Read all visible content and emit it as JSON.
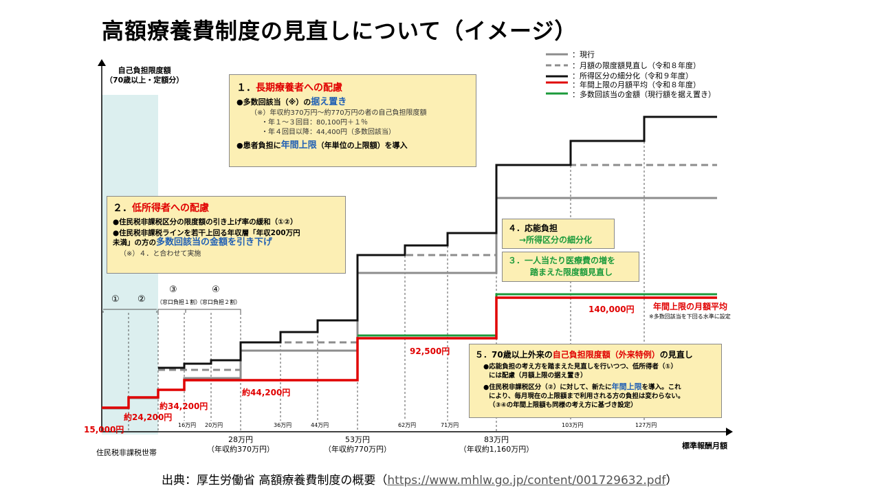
{
  "title": "高額療養費制度の見直しについて（イメージ）",
  "y_axis_label": [
    "自己負担限度額",
    "（70歳以上・定額分）"
  ],
  "x_axis_label": "標準報酬月額",
  "legend": [
    {
      "label": "：現行",
      "color": "#8c8c8c",
      "dash": false
    },
    {
      "label": "：月額の限度額見直し（令和８年度）",
      "color": "#8c8c8c",
      "dash": true
    },
    {
      "label": "：所得区分の細分化（令和９年度）",
      "color": "#000000",
      "dash": false
    },
    {
      "label": "：年間上限の月額平均（令和８年度）",
      "color": "#e00000",
      "dash": false
    },
    {
      "label": "：多数回該当の金額（現行額を据え置き）",
      "color": "#1a9a3a",
      "dash": false
    }
  ],
  "box1": {
    "head_num": "１．",
    "head": "長期療養者への配慮",
    "l1a": "●多数回該当（※）の",
    "l1b": "据え置き",
    "n1": "（※）年収約370万円～約770万円の者の自己負担限度額",
    "n2": "・年１～３回目：80,100円＋１％",
    "n3": "・年４回目以降：44,400円（多数回該当）",
    "l2a": "●患者負担に",
    "l2b": "年間上限",
    "l2c": "（年単位の上限額）を導入"
  },
  "box2": {
    "head_num": "２．",
    "head": "低所得者への配慮",
    "l1": "●住民税非課税区分の限度額の引き上げ率の緩和（①②）",
    "l2a": "●住民税非課税ラインを若干上回る年収層「年収200万円",
    "l2b": "未満」の方の",
    "l2c": "多数回該当の金額を引き下げ",
    "note": "（※）４．と合わせて実施"
  },
  "box4": {
    "l1": "４．応能負担",
    "l2": "→所得区分の細分化"
  },
  "box3": {
    "l1": "３．一人当たり医療費の増を",
    "l2": "踏まえた限度額見直し"
  },
  "box5": {
    "head_a": "５．70歳以上外来の",
    "head_b": "自己負担限度額",
    "head_c": "（外来特例）",
    "head_d": "の見直し",
    "l1a": "●応能負担の考え方を踏まえた見直しを行いつつ、低所得者（①）",
    "l1b": "には配慮（月額上限の据え置き）",
    "l2a": "●住民税非課税区分（②）に対して、新たに",
    "l2b": "年間上限",
    "l2c": "を導入。これ",
    "l2d": "により、毎月現在の上限額まで利用される方の負担は変わらない。",
    "l2e": "（③④の年間上限額も同様の考え方に基づき設定）"
  },
  "annotations": {
    "v15000": "15,000円",
    "v24200": "約24,200円",
    "v34200": "約34,200円",
    "v44200": "約44,200円",
    "v92500": "92,500円",
    "v140000": "140,000円",
    "annual_avg": "年間上限の月額平均",
    "annual_note": "※多数回該当を下回る水準に設定"
  },
  "regions": {
    "c1": "①",
    "c2": "②",
    "c3": "③",
    "c4": "④",
    "c3_sub": "（窓口負担１割）",
    "c4_sub": "（窓口負担２割）",
    "exempt": "住民税非課税世帯"
  },
  "x_ticks_small": [
    "16万円",
    "20万円",
    "36万円",
    "44万円",
    "62万円",
    "71万円",
    "103万円",
    "127万円"
  ],
  "x_ticks_major": [
    {
      "value": "28万円",
      "sub": "（年収約370万円）"
    },
    {
      "value": "53万円",
      "sub": "（年収約770万円）"
    },
    {
      "value": "83万円",
      "sub": "（年収約1,160万円）"
    }
  ],
  "source": {
    "prefix": "出典：厚生労働省 高額療養費制度の概要（",
    "url": "https://www.mhlw.go.jp/content/001729632.pdf",
    "suffix": "）"
  }
}
